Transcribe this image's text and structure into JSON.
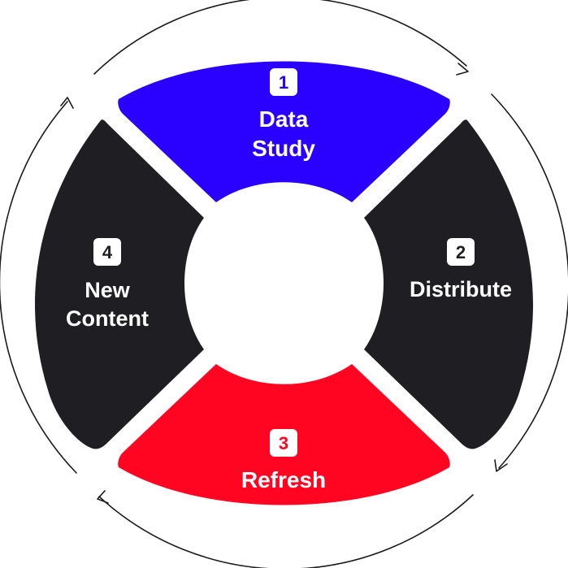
{
  "colors": {
    "step1": "#2a00ff",
    "step2": "#1f1f23",
    "step3": "#ff0522",
    "step4": "#1f1f23",
    "arrows": "#1a1a1a",
    "badge": "#ffffff"
  },
  "steps": [
    {
      "number": "1",
      "lines": [
        "Data",
        "Study"
      ]
    },
    {
      "number": "2",
      "lines": [
        "Distribute"
      ]
    },
    {
      "number": "3",
      "lines": [
        "Refresh"
      ]
    },
    {
      "number": "4",
      "lines": [
        "New",
        "Content"
      ]
    }
  ],
  "direction": "clockwise"
}
